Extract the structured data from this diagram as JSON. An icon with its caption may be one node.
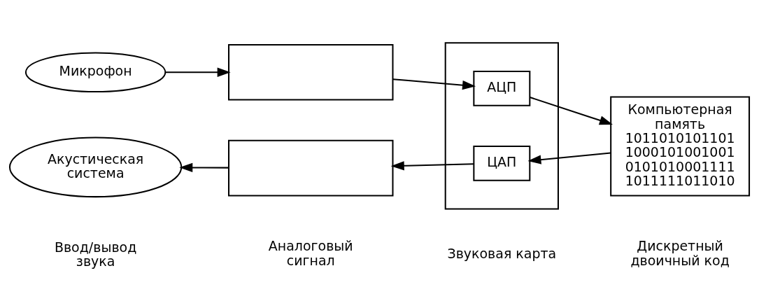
{
  "diagram": {
    "nodes": [
      {
        "text": [
          "Микрофон"
        ]
      },
      {
        "text": [],
        "shape": "box"
      },
      {
        "text": [],
        "shape": "box"
      },
      {
        "text": [
          "АЦП"
        ],
        "in": 2
      },
      {
        "text": [
          "Компьютерная память",
          "1011010101101 1000101001001 0101010001111 1011111011010"
        ]
      },
      {
        "text": [
          "Акустическая система"
        ]
      },
      {
        "text": [],
        "shape": "box"
      },
      {
        "text": [
          "ЦАП"
        ],
        "in": 2
      }
    ],
    "edges": [
      {
        "from": 0,
        "to": 1,
        "arrow": "to"
      },
      {
        "from": 1,
        "to": 3,
        "arrow": "to"
      },
      {
        "from": 3,
        "to": 4,
        "arrow": "to"
      },
      {
        "from": 4,
        "to": 7,
        "arrow": "to"
      },
      {
        "from": 7,
        "to": 6,
        "arrow": "to"
      },
      {
        "from": 6,
        "to": 5,
        "arrow": "to"
      }
    ],
    "labels": [
      "Ввод/вывод звука",
      "Аналоговый сигнал",
      "Звуковая карта",
      "Дискретный двоичный код"
    ]
  }
}
